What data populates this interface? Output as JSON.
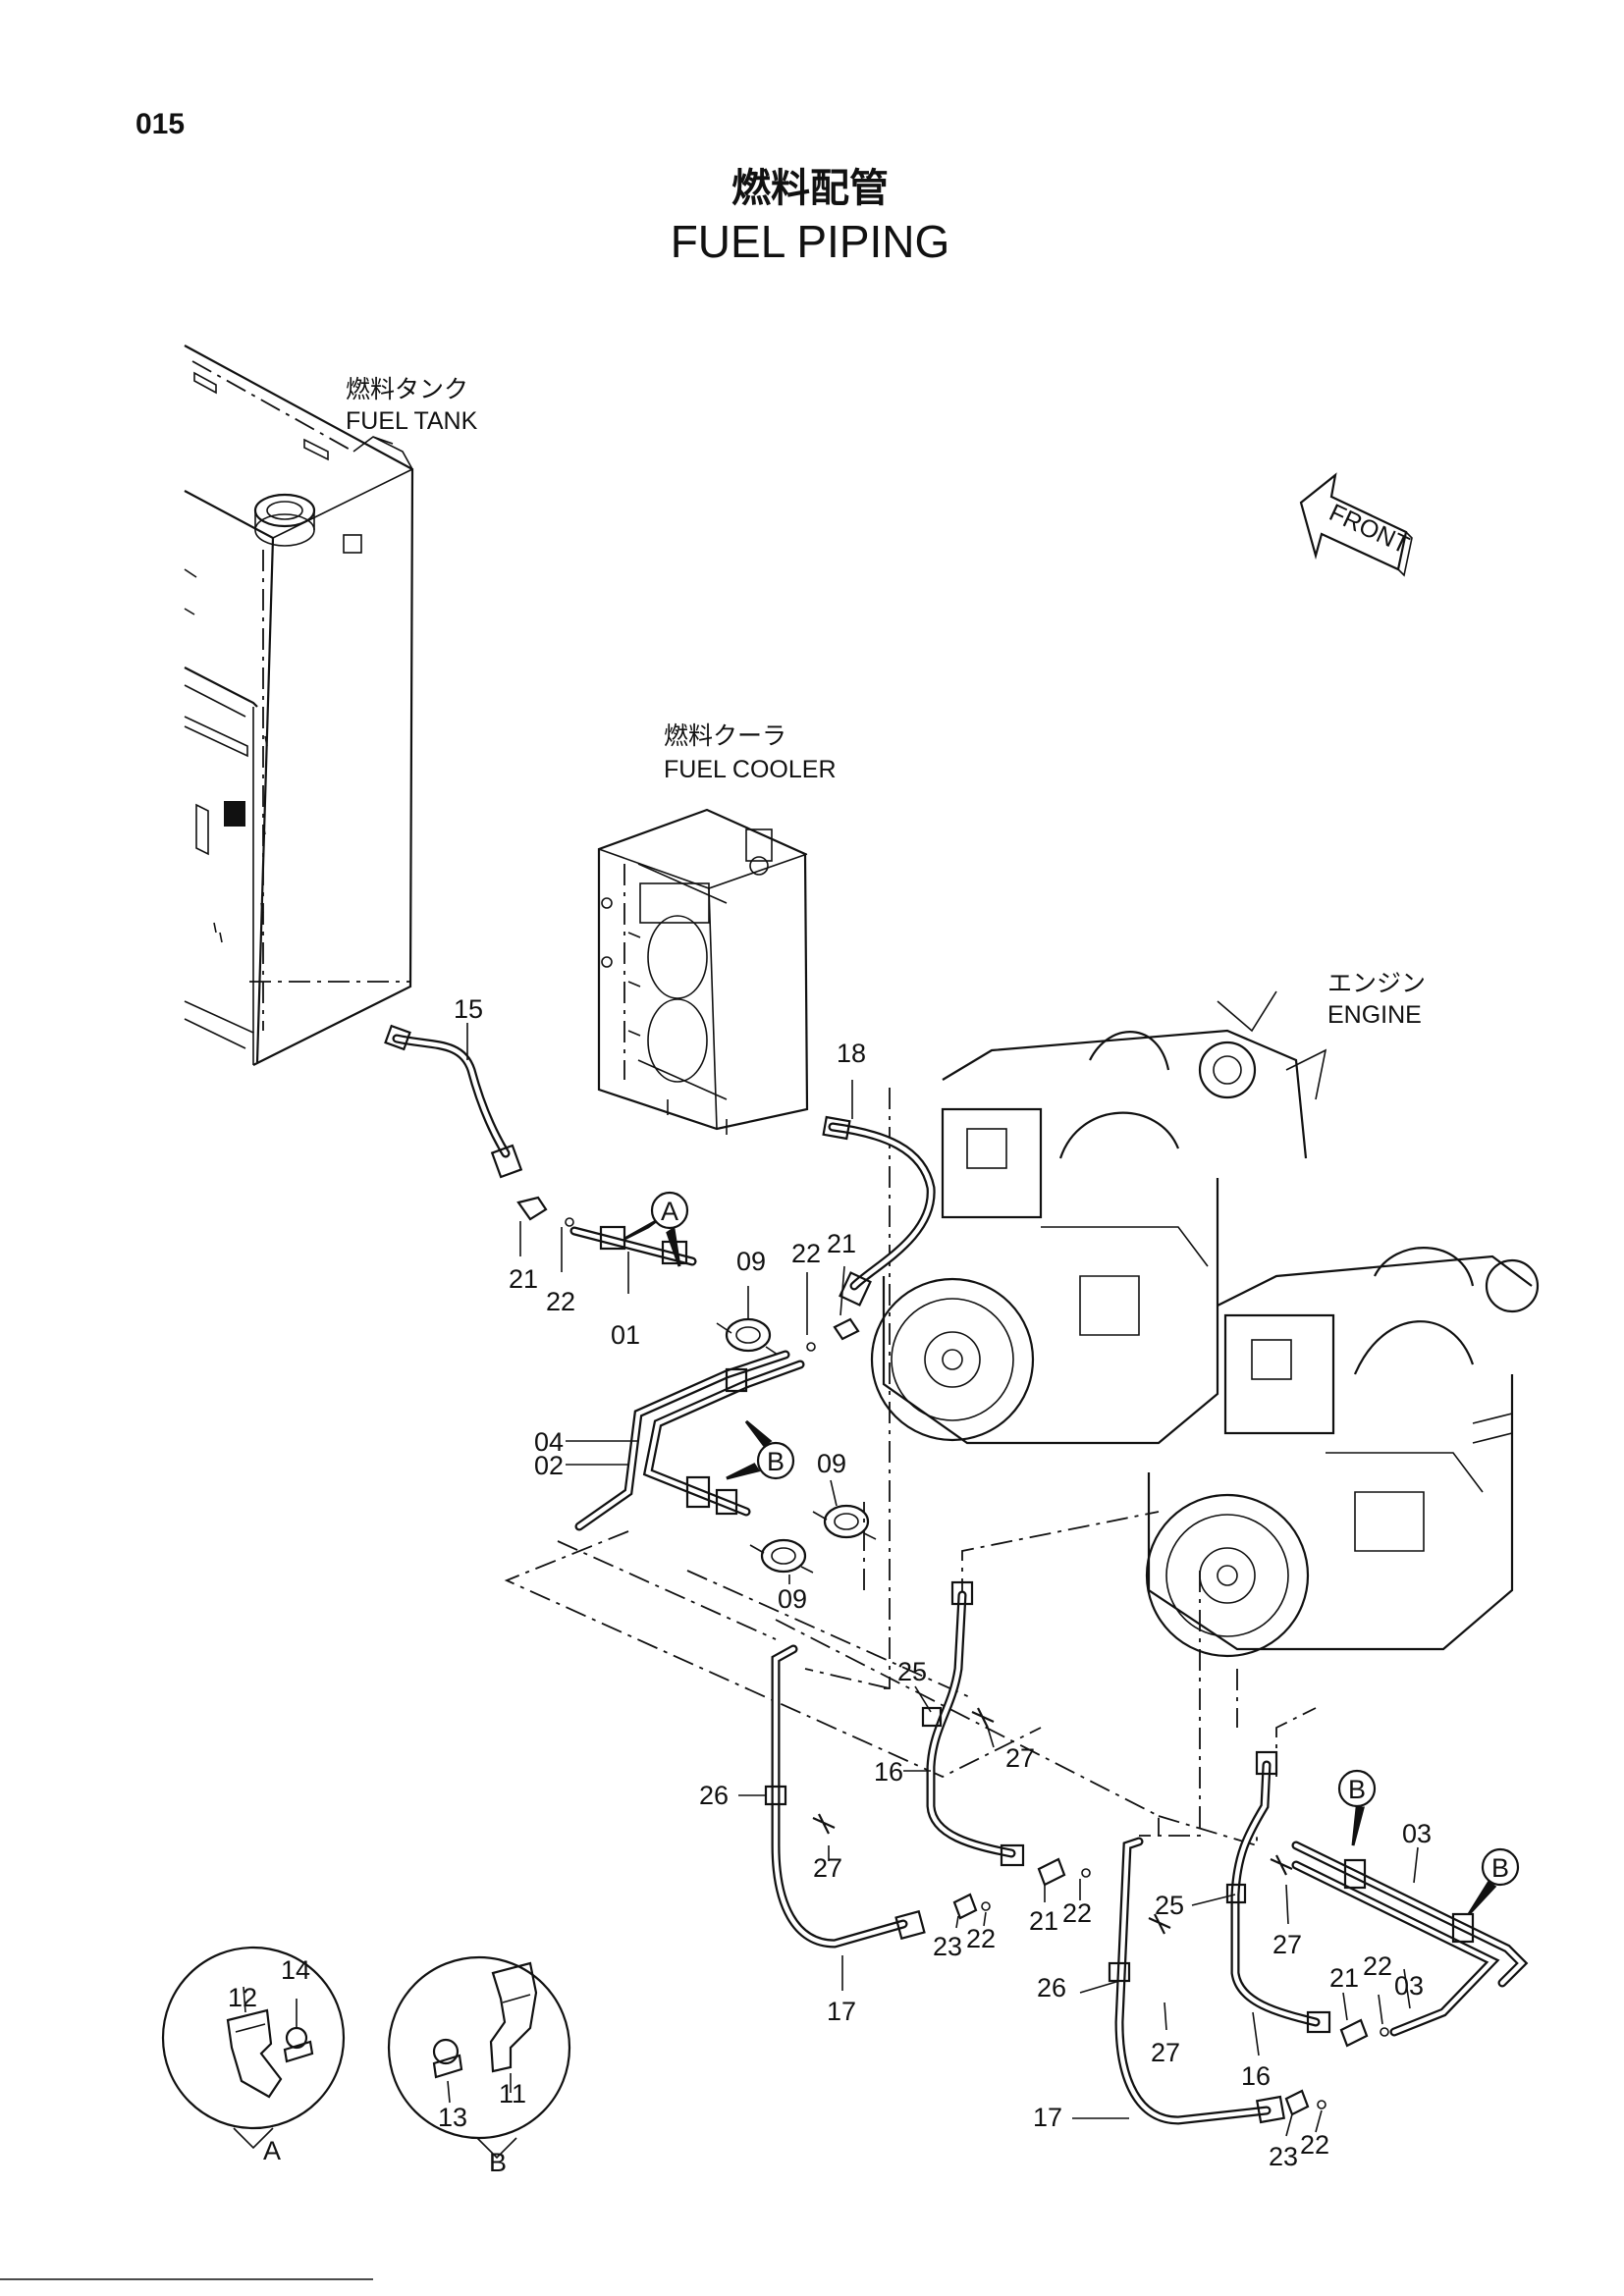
{
  "page": {
    "number": "015"
  },
  "title": {
    "japanese": "燃料配管",
    "english": "FUEL PIPING"
  },
  "components": {
    "fuel_tank": {
      "japanese": "燃料タンク",
      "english": "FUEL TANK"
    },
    "fuel_cooler": {
      "japanese": "燃料クーラ",
      "english": "FUEL COOLER"
    },
    "engine": {
      "japanese": "エンジン",
      "english": "ENGINE"
    },
    "front_arrow": "FRONT"
  },
  "callouts": {
    "part_15": "15",
    "part_18": "18",
    "part_21_a": "21",
    "part_22_a": "22",
    "part_01": "01",
    "part_09_a": "09",
    "part_22_b": "22",
    "part_21_b": "21",
    "part_04": "04",
    "part_02": "02",
    "part_09_b": "09",
    "part_09_c": "09",
    "part_25_a": "25",
    "part_27_a": "27",
    "part_16_a": "16",
    "part_26_a": "26",
    "part_27_b": "27",
    "part_21_c": "21",
    "part_22_c": "22",
    "part_23_a": "23",
    "part_22_d": "22",
    "part_17_a": "17",
    "part_03_a": "03",
    "part_25_b": "25",
    "part_27_c": "27",
    "part_21_d": "21",
    "part_22_e": "22",
    "part_03_b": "03",
    "part_26_b": "26",
    "part_27_d": "27",
    "part_16_b": "16",
    "part_17_b": "17",
    "part_23_b": "23",
    "part_22_f": "22"
  },
  "reference_markers": {
    "a_top": "A",
    "b_mid": "B",
    "b_right_1": "B",
    "b_right_2": "B"
  },
  "detail_views": {
    "view_a": {
      "label": "A",
      "part_12": "12",
      "part_14": "14"
    },
    "view_b": {
      "label": "B",
      "part_13": "13",
      "part_11": "11"
    }
  }
}
